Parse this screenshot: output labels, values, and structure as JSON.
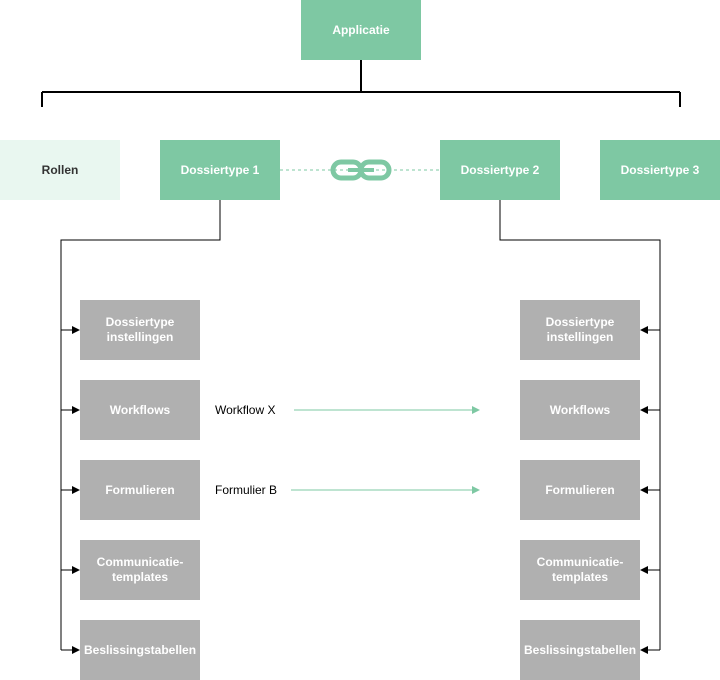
{
  "diagram": {
    "root": {
      "label": "Applicatie"
    },
    "roles": {
      "label": "Rollen"
    },
    "dossiertypes": [
      {
        "label": "Dossiertype 1"
      },
      {
        "label": "Dossiertype 2"
      },
      {
        "label": "Dossiertype 3"
      }
    ],
    "components_left": [
      {
        "label": "Dossiertype instellingen"
      },
      {
        "label": "Workflows"
      },
      {
        "label": "Formulieren"
      },
      {
        "label": "Communicatie-templates"
      },
      {
        "label": "Beslissingstabellen"
      }
    ],
    "components_right": [
      {
        "label": "Dossiertype instellingen"
      },
      {
        "label": "Workflows"
      },
      {
        "label": "Formulieren"
      },
      {
        "label": "Communicatie-templates"
      },
      {
        "label": "Beslissingstabellen"
      }
    ],
    "links": [
      {
        "label": "Workflow X"
      },
      {
        "label": "Formulier B"
      }
    ],
    "colors": {
      "node_green": "#7ec8a3",
      "node_light": "#e9f7f0",
      "node_grey": "#b0b0b0",
      "connector": "#000000",
      "link_accent": "#7ec8a3"
    },
    "icons": {
      "link": "chain-link-icon"
    }
  }
}
